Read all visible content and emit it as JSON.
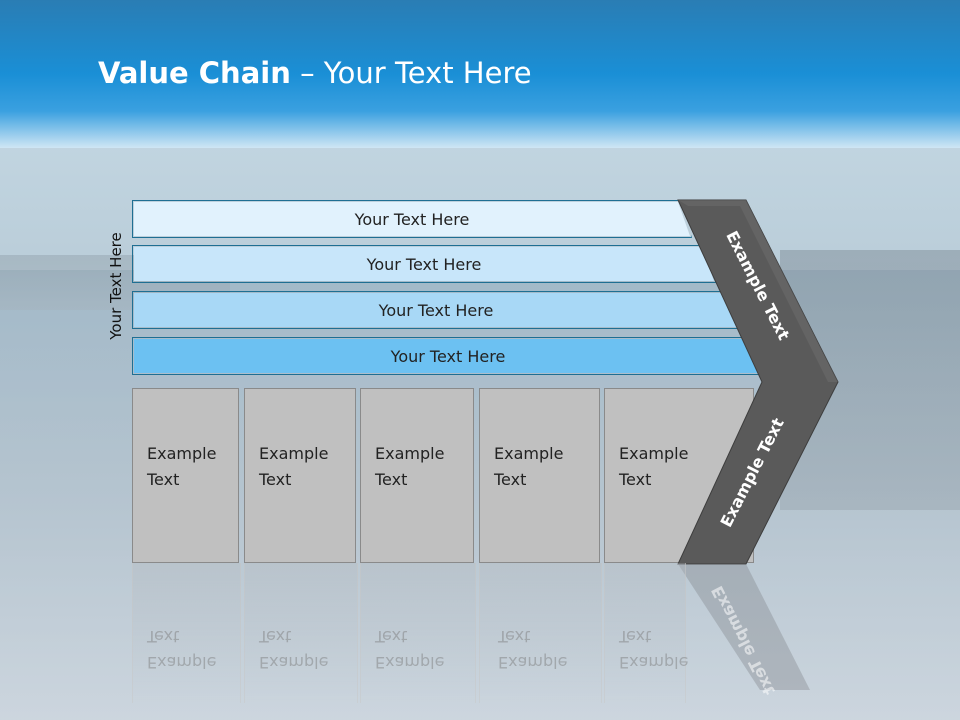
{
  "header": {
    "title_bold": "Value Chain",
    "title_rest": " – Your Text Here"
  },
  "side_label": "Your Text Here",
  "bands": [
    {
      "label": "Your Text Here",
      "color": "#e1f2fd"
    },
    {
      "label": "Your Text Here",
      "color": "#c8e6fa"
    },
    {
      "label": "Your Text Here",
      "color": "#a8d8f6"
    },
    {
      "label": "Your Text Here",
      "color": "#6cc1f2"
    }
  ],
  "boxes": [
    {
      "line1": "Example",
      "line2": "Text"
    },
    {
      "line1": "Example",
      "line2": "Text"
    },
    {
      "line1": "Example",
      "line2": "Text"
    },
    {
      "line1": "Example",
      "line2": "Text"
    },
    {
      "line1": "Example",
      "line2": "Text"
    }
  ],
  "chevron": {
    "top_label": "Example Text",
    "bottom_label": "Example Text",
    "color": "#5a5a5a"
  }
}
